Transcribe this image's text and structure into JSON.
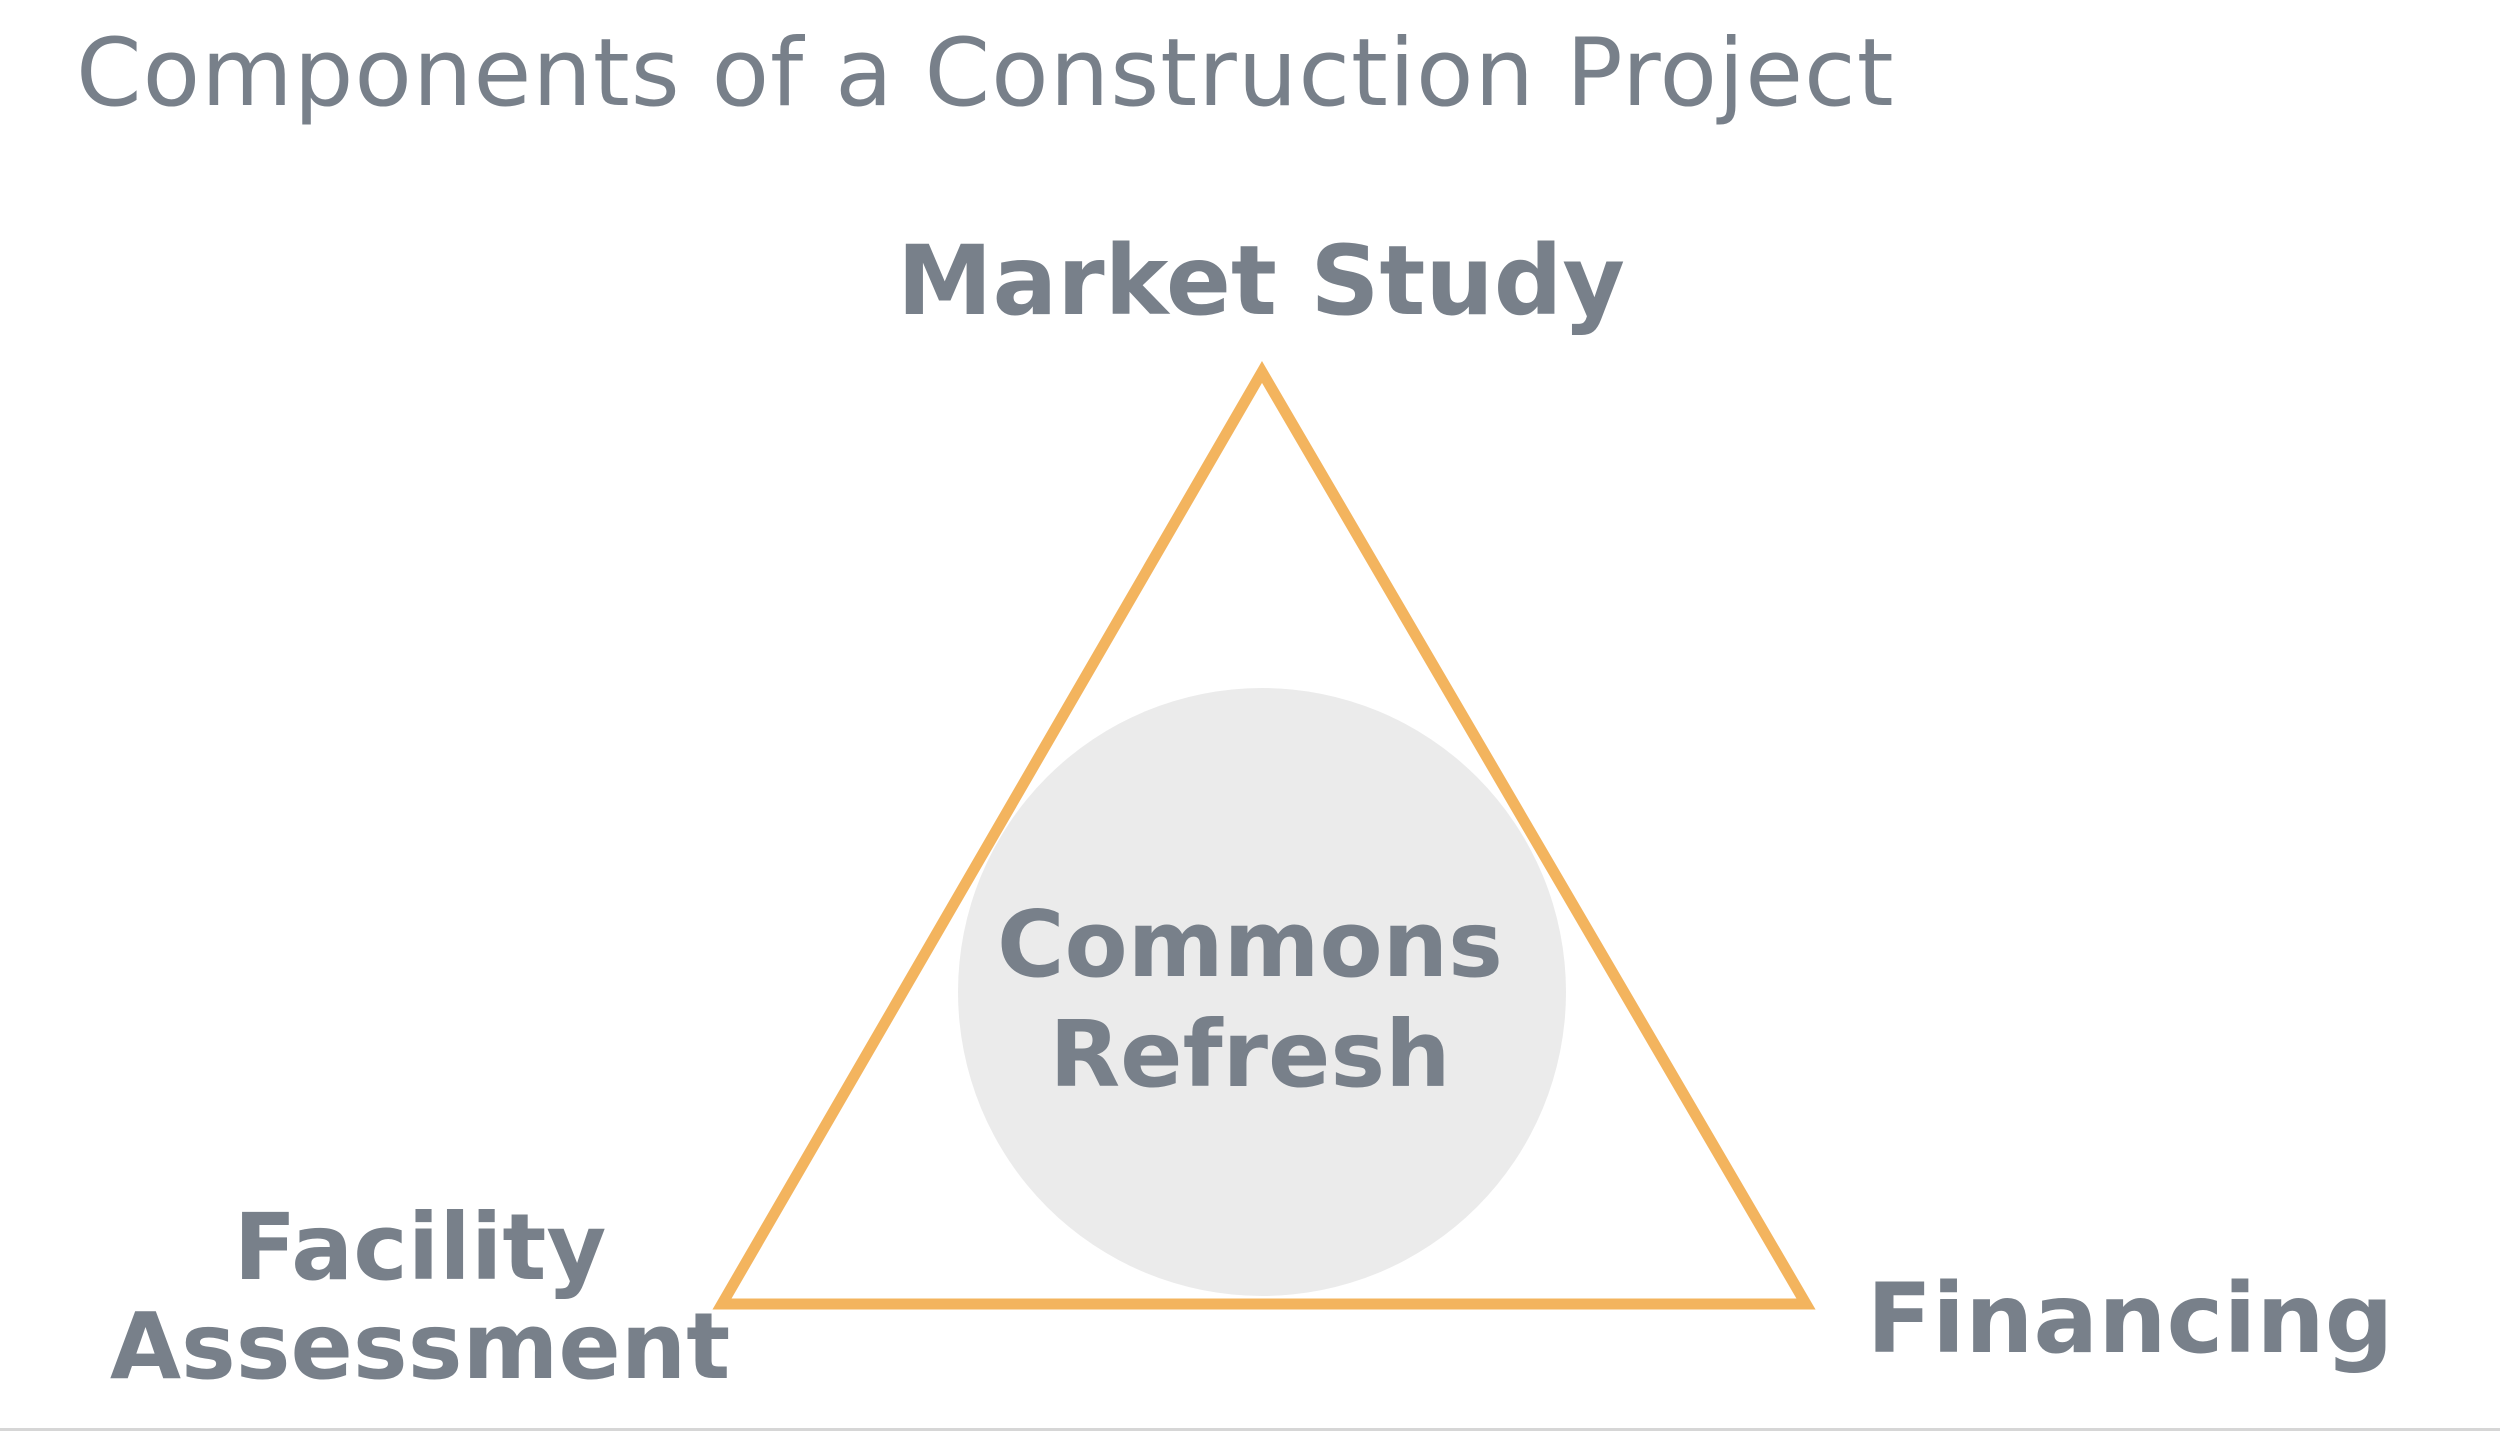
{
  "title": "Components of a Construction Project",
  "nodes": {
    "top": "Market Study",
    "left_line1": "Facility",
    "left_line2": "Assessment",
    "right": "Financing",
    "center_line1": "Commons",
    "center_line2": "Refresh"
  },
  "colors": {
    "text": "#78808a",
    "triangle": "#f3b45e",
    "circle": "#ebebeb"
  }
}
